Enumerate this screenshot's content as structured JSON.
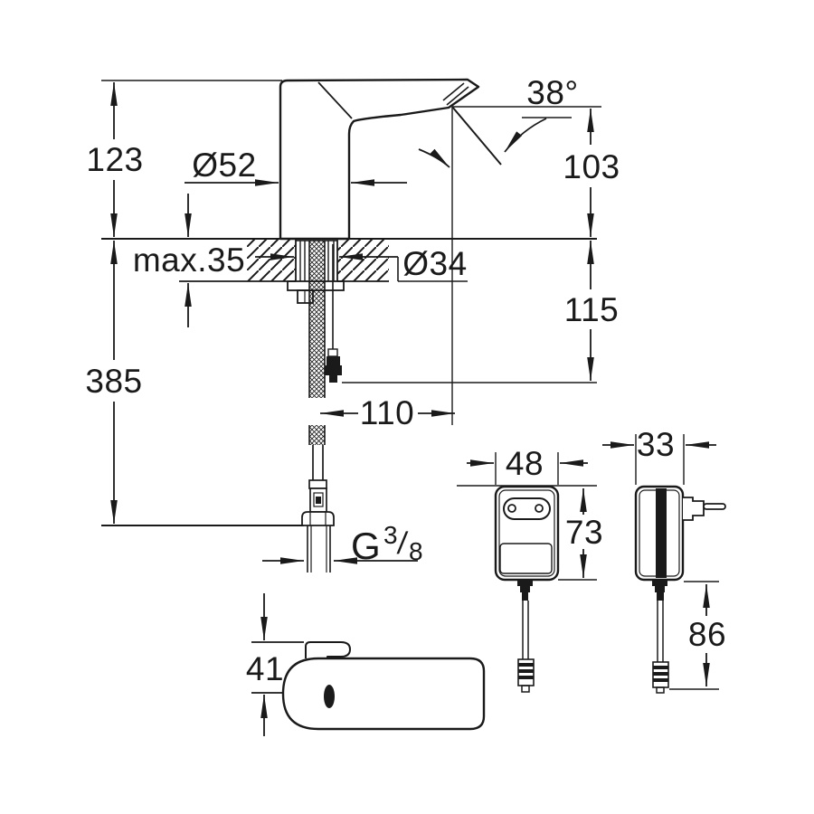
{
  "colors": {
    "background": "#ffffff",
    "line": "#1a1a1a"
  },
  "dims": {
    "height_to_spout_top": "123",
    "overall_height": "385",
    "body_diameter": "Ø52",
    "max_deck_thickness": "max.35",
    "hole_diameter": "Ø34",
    "aerator_angle": "38°",
    "spout_outlet_height": "103",
    "under_deck_height": "115",
    "spout_reach": "110",
    "thread_g": "G",
    "thread_numerator": "3",
    "thread_slash": "/",
    "thread_denominator": "8",
    "adapter_width": "48",
    "adapter_depth": "33",
    "adapter_height": "73",
    "adapter_cable_drop": "86",
    "spout_head_height": "41"
  }
}
